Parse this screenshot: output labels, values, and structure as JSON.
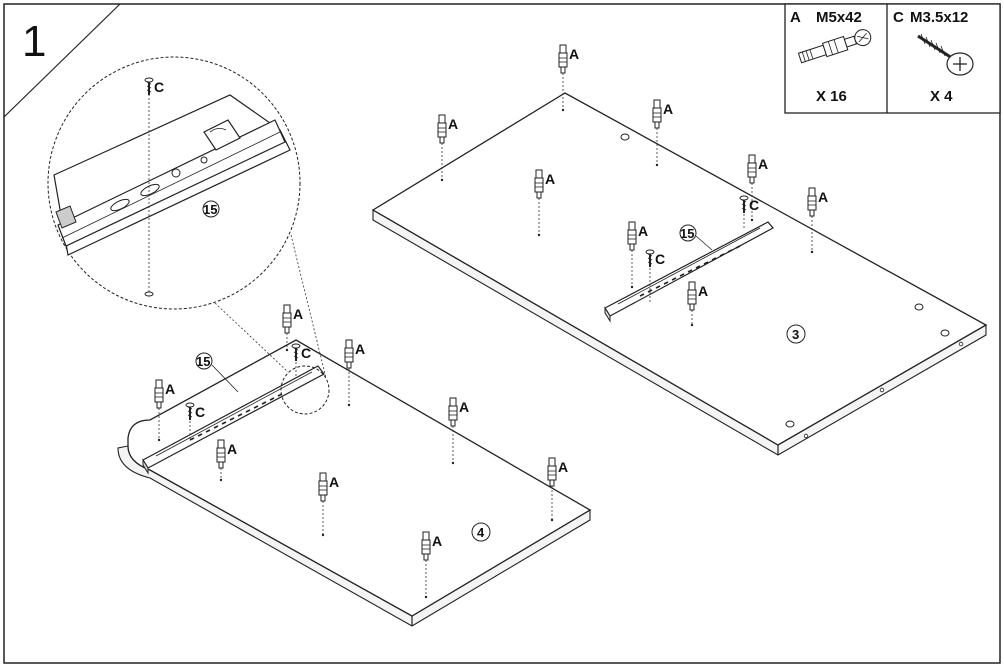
{
  "step": {
    "number": "1"
  },
  "parts_legend": [
    {
      "code": "A",
      "size": "M5x42",
      "quantity": "X 16",
      "icon": "cam-bolt-icon"
    },
    {
      "code": "C",
      "size": "M3.5x12",
      "quantity": "X 4",
      "icon": "screw-icon"
    }
  ],
  "callouts": {
    "bolt_label": "A",
    "screw_label": "C",
    "slide_part": "15",
    "panel_right": "3",
    "panel_left": "4"
  }
}
